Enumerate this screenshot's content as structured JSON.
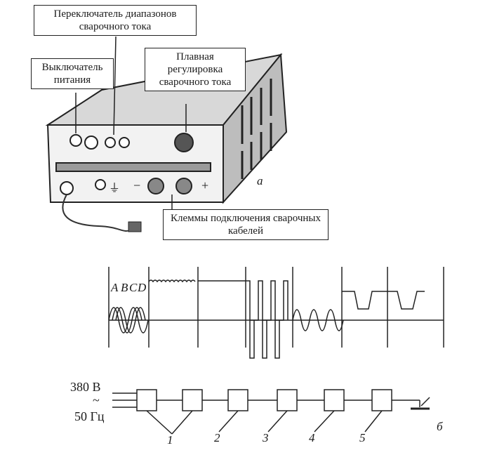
{
  "callouts": {
    "range_switch": "Переключатель диапазонов сварочного тока",
    "power_switch": "Выключатель питания",
    "current_control": "Плавная регулировка сварочного тока",
    "terminals": "Клеммы подключения сварочных кабелей"
  },
  "panel_marks": {
    "minus": "−",
    "plus": "+",
    "ground": "⏚"
  },
  "figure_labels": {
    "a": "а",
    "b": "б"
  },
  "waveform_labels": [
    "A",
    "B",
    "C",
    "D"
  ],
  "supply": {
    "voltage": "380 В",
    "ac": "~",
    "frequency": "50 Гц"
  },
  "block_numbers": [
    "1",
    "2",
    "3",
    "4",
    "5"
  ]
}
